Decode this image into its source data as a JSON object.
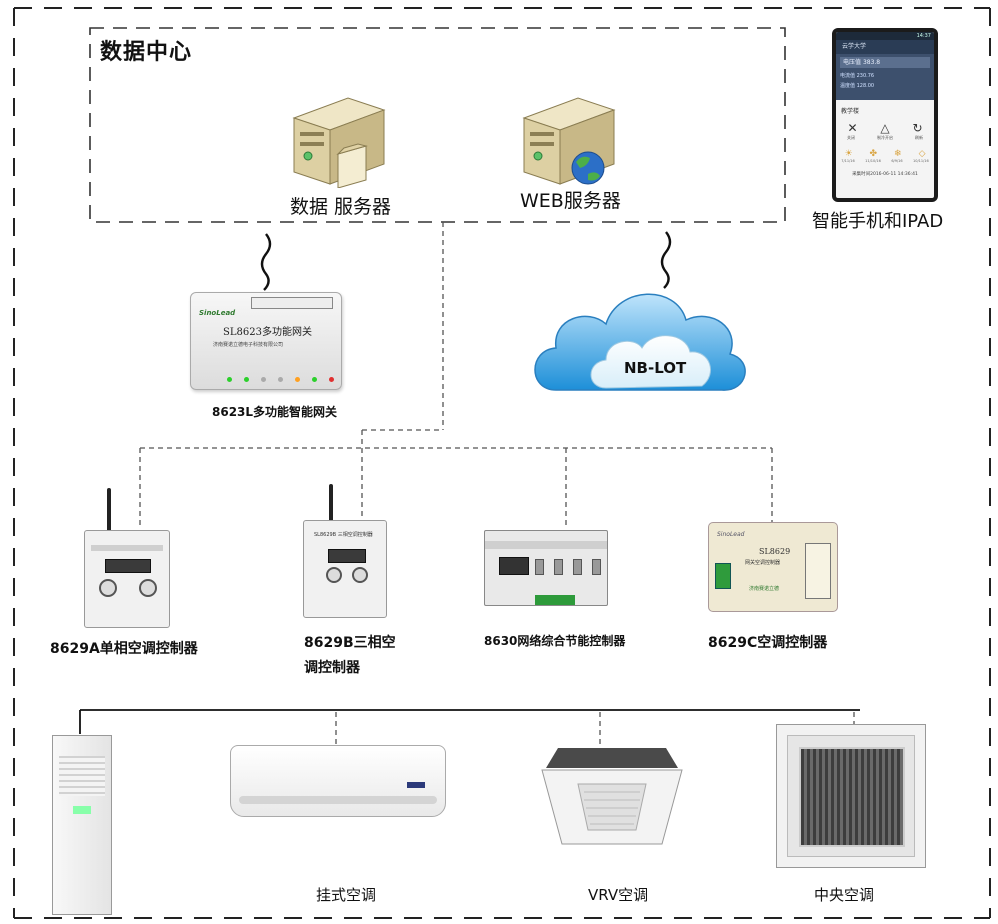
{
  "title": "数据中心",
  "servers": {
    "data_server_label": "数据 服务器",
    "web_server_label": "WEB服务器"
  },
  "phone": {
    "label": "智能手机和IPAD",
    "status_time": "14:37",
    "screen_title": "云学大学",
    "reading_label": "电压值",
    "reading_value": "383.8",
    "row1": "电流值 230.76",
    "row2": "温度值 128.00",
    "section": "教学楼",
    "btn1": "关闭",
    "btn2": "制冷开启",
    "btn3": "刷新",
    "modes": [
      "7/11/16",
      "11/10/16",
      "6/9/16",
      "10/11/16"
    ],
    "footer": "采集时间2016-06-11 14:36:41"
  },
  "gateway": {
    "label": "8623L多功能智能网关",
    "brand": "SinoLead",
    "model": "SL8623多功能网关",
    "company": "济南赛诺立德电子科技有限公司"
  },
  "cloud": {
    "label": "NB-LOT"
  },
  "controllers": [
    {
      "label": "8629A单相空调控制器"
    },
    {
      "label_line1": "8629B三相空",
      "label_line2": "调控制器",
      "device_text": "SL8629B 三相空调控制器"
    },
    {
      "label": "8630网络综合节能控制器"
    },
    {
      "label": "8629C空调控制器",
      "brand": "SinoLead",
      "model": "SL8629",
      "sub": "网关空调控制器",
      "company": "济南赛诺立德"
    }
  ],
  "acs": [
    {
      "label": ""
    },
    {
      "label": "挂式空调"
    },
    {
      "label": "VRV空调"
    },
    {
      "label": "中央空调"
    }
  ]
}
